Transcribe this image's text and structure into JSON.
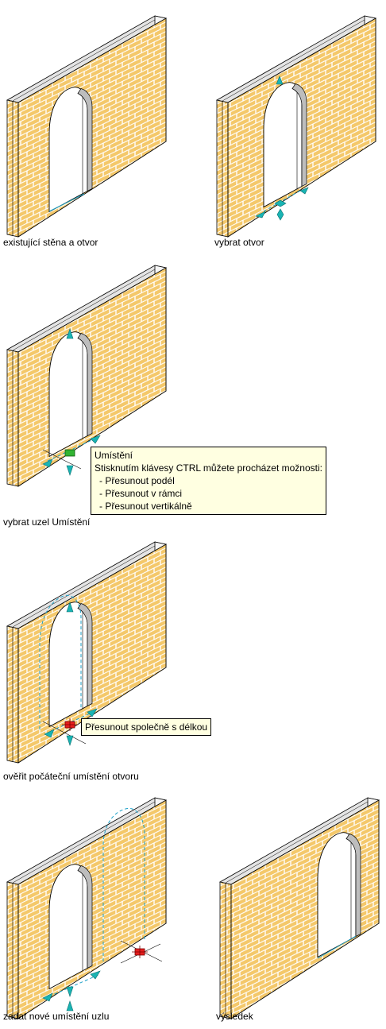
{
  "colors": {
    "brick": "#f4c86a",
    "mortar": "#ffffff",
    "outline": "#000000",
    "top": "#e4e4e4",
    "side": "#f6f6f6",
    "jamb": "#bdbdbd",
    "grip": "#19b4b4",
    "grip_dark": "#0d7070",
    "node_green": "#32b432",
    "node_red": "#e61e1e",
    "dash": "#1ca0c8",
    "tooltip_bg": "#ffffe1"
  },
  "icons": [
    "grip-triangle-icon",
    "grip-diamond-icon",
    "location-node-icon",
    "crosshair-icon"
  ],
  "captions": {
    "step1": "existující stěna a otvor",
    "step2": "vybrat otvor",
    "step3": "vybrat uzel Umístění",
    "step4": "ověřit počáteční umístění otvoru",
    "step5": "zadat nové umístění uzlu",
    "step6": "výsledek"
  },
  "tooltip_location": {
    "title": "Umístění",
    "hint": "Stisknutím klávesy CTRL můžete procházet možnosti:",
    "options": [
      "- Přesunout podél",
      "- Přesunout v rámci",
      "- Přesunout vertikálně"
    ]
  },
  "tooltip_move": {
    "text": "Přesunout společně s délkou"
  }
}
